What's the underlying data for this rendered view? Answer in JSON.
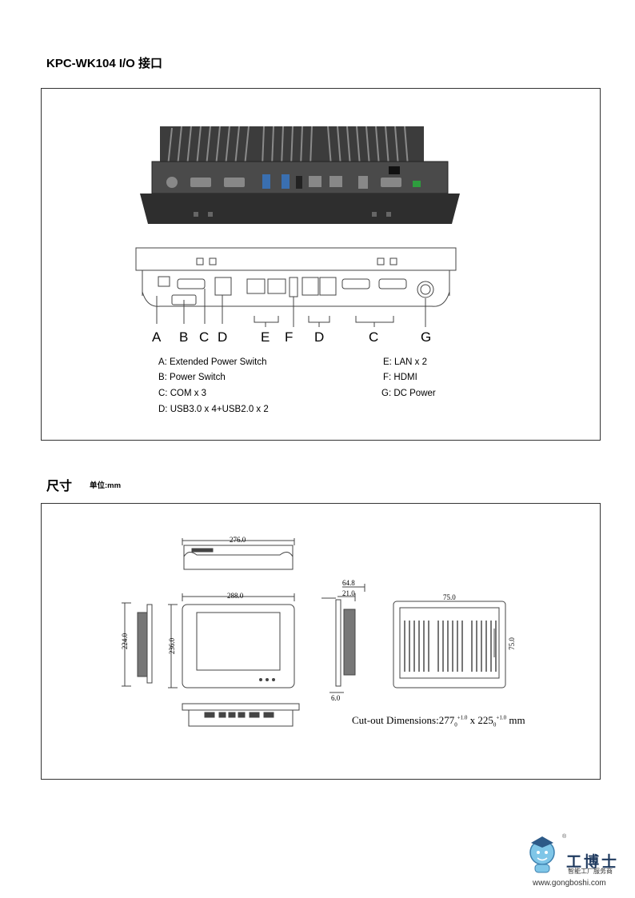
{
  "header": {
    "title": "KPC-WK104  I/O 接口"
  },
  "io_section": {
    "port_letters": [
      "A",
      "B",
      "C",
      "D",
      "E",
      "F",
      "D",
      "C",
      "G"
    ],
    "legend_left": [
      "A: Extended Power Switch",
      "B: Power Switch",
      "C: COM x 3",
      "D: USB3.0 x 4+USB2.0 x 2"
    ],
    "legend_right": [
      "E: LAN x 2",
      "F: HDMI",
      "G: DC Power"
    ]
  },
  "dimension_section": {
    "title": "尺寸",
    "unit": "单位:mm",
    "dims": {
      "top_width": "276.0",
      "front_width": "288.0",
      "front_height": "236.0",
      "side_height": "224.0",
      "depth_total": "64.8",
      "depth_bezel": "21.0",
      "panel_thickness": "6.0",
      "vesa_h": "75.0",
      "vesa_v": "75.0"
    },
    "cutout": {
      "label": "Cut-out Dimensions:",
      "w": "277",
      "w_sub": "0",
      "w_sup": "+1.0",
      "sep": " x ",
      "h": "225",
      "h_sub": "0",
      "h_sup": "+1.0",
      "unit": " mm"
    }
  },
  "watermark": {
    "reg_mark": "®",
    "name_cn": "工博士",
    "tagline": "智能工厂服务商",
    "url": "www.gongboshi.com"
  }
}
